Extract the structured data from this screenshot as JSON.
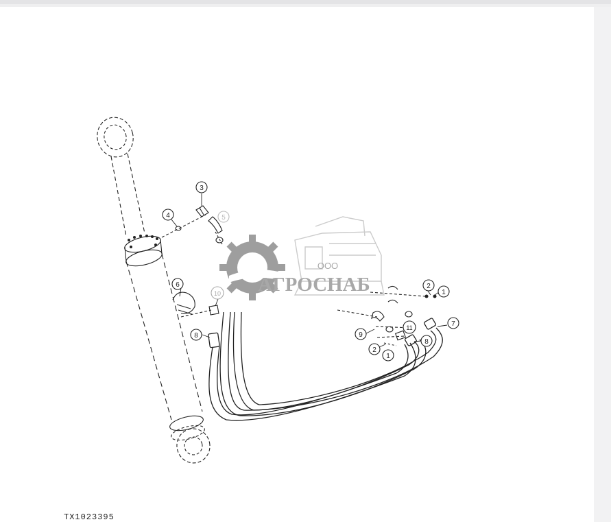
{
  "figure": {
    "ref_code": "TX1023395",
    "callouts": [
      {
        "id": "c3",
        "label": "3"
      },
      {
        "id": "c4",
        "label": "4"
      },
      {
        "id": "c5",
        "label": "5"
      },
      {
        "id": "c6",
        "label": "6"
      },
      {
        "id": "c10",
        "label": "10"
      },
      {
        "id": "c8a",
        "label": "8"
      },
      {
        "id": "c2a",
        "label": "2"
      },
      {
        "id": "c1a",
        "label": "1"
      },
      {
        "id": "c7",
        "label": "7"
      },
      {
        "id": "c11",
        "label": "11"
      },
      {
        "id": "c9",
        "label": "9"
      },
      {
        "id": "c8b",
        "label": "8"
      },
      {
        "id": "c2b",
        "label": "2"
      },
      {
        "id": "c1b",
        "label": "1"
      }
    ]
  },
  "watermark": {
    "company_prefix": "ООО",
    "brand": "АГРОСНАБ",
    "color": "#9a9a9a"
  },
  "colors": {
    "line": "#222222",
    "page": "#ffffff",
    "background": "#efeff0"
  }
}
